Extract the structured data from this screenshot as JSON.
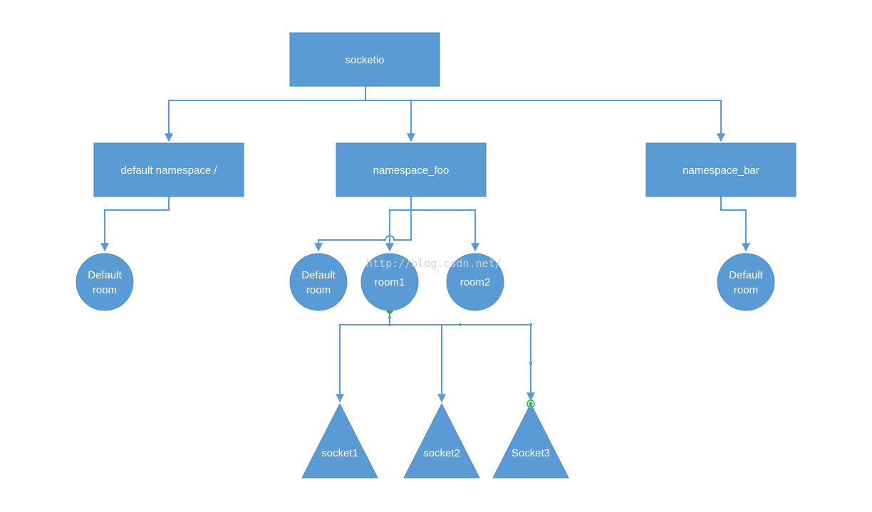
{
  "diagram": {
    "root": {
      "label": "socketio"
    },
    "namespaces": [
      {
        "label": "default namespace /"
      },
      {
        "label": "namespace_foo"
      },
      {
        "label": "namespace_bar"
      }
    ],
    "rooms": {
      "default_ns_room": [
        "Default",
        "room"
      ],
      "foo_default_room": [
        "Default",
        "room"
      ],
      "foo_room1": "room1",
      "foo_room2": "room2",
      "bar_default_room": [
        "Default",
        "room"
      ]
    },
    "sockets": [
      {
        "label": "socket1"
      },
      {
        "label": "socket2"
      },
      {
        "label": "Socket3"
      }
    ],
    "watermark": "http://blog.csdn.net/",
    "colors": {
      "shape_fill": "#5b9bd5",
      "connector": "#5b9bd5",
      "text": "#ffffff",
      "selection_handle": "#2eb82e"
    }
  }
}
